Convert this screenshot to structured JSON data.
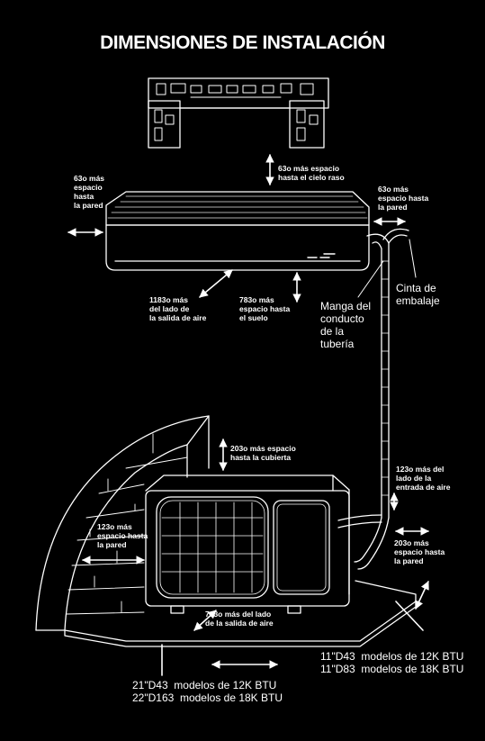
{
  "title": "DIMENSIONES DE INSTALACIÓN",
  "labels": {
    "ceiling": "63o más espacio\nhasta el cielo raso",
    "left_wall": "63o más\nespacio\nhasta\nla pared",
    "right_wall": "63o más\nespacio hasta\nla pared",
    "air_out_side": "1183o más\ndel lado de\nla salida de aire",
    "floor": "783o más\nespacio hasta\nel suelo",
    "pipe_sleeve": "Manga del\nconducto\nde la\ntubería",
    "tape": "Cinta de\nembalaje",
    "cover": "203o más espacio\nhasta la cubierta",
    "air_in_side": "123o más del\nlado de la\nentrada de aire",
    "outdoor_left_wall": "123o más\nespacio hasta\nla pared",
    "outdoor_right_wall": "203o más\nespacio hasta\nla pared",
    "outdoor_air_out": "783o más del lado\nde la salida de aire"
  },
  "models": {
    "depth_12k": "11\"D43  modelos de 12K BTU",
    "depth_18k": "11\"D83  modelos de 18K BTU",
    "width_12k": "21\"D43  modelos de 12K BTU",
    "width_18k": "22\"D163  modelos de 18K BTU"
  }
}
